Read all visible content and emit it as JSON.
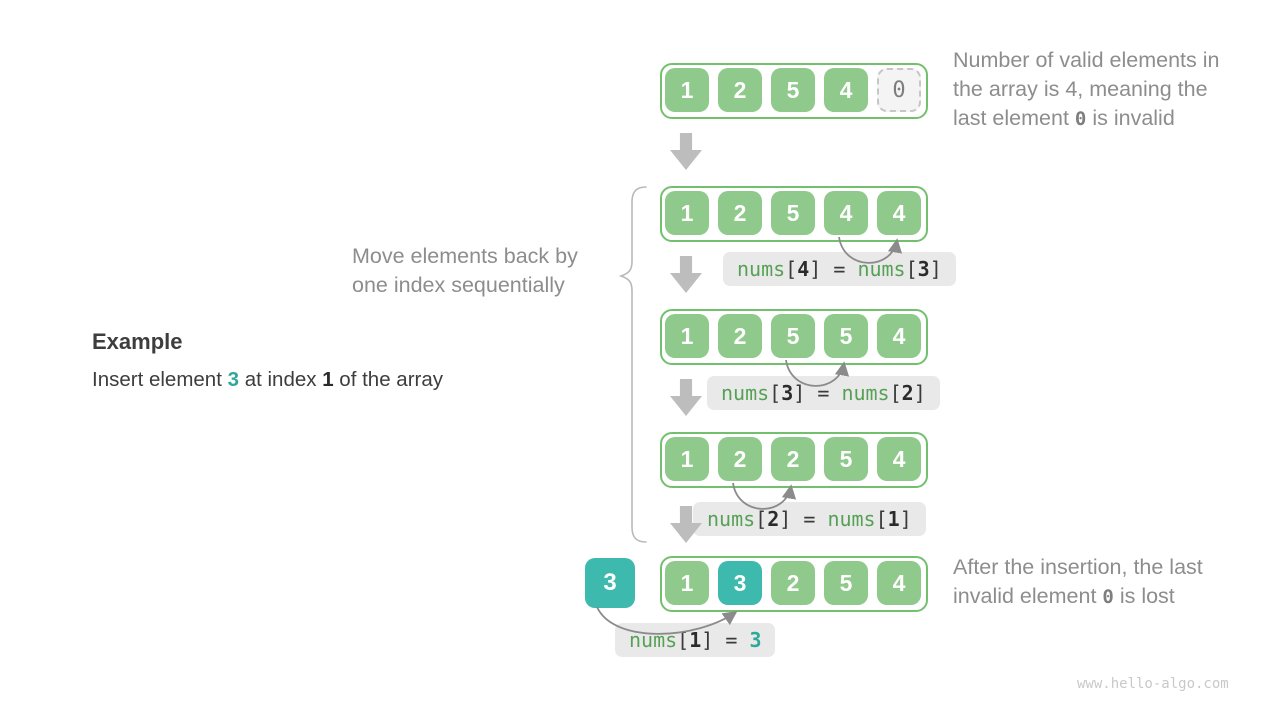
{
  "example": {
    "heading": "Example",
    "sentence_parts": [
      {
        "t": "Insert element ",
        "s": ""
      },
      {
        "t": "3",
        "s": "teal-b"
      },
      {
        "t": " at index ",
        "s": ""
      },
      {
        "t": "1",
        "s": "dark-b"
      },
      {
        "t": " of the array",
        "s": ""
      }
    ]
  },
  "move_note": {
    "line1": "Move elements back by",
    "line2": "one index sequentially"
  },
  "note_top": {
    "line1": "Number of valid elements in",
    "line2": "the array is 4, meaning the",
    "line3_parts": [
      {
        "t": "last element ",
        "s": ""
      },
      {
        "t": "0",
        "s": "mono0"
      },
      {
        "t": " is invalid",
        "s": ""
      }
    ]
  },
  "note_bottom": {
    "line1": "After the insertion, the last",
    "line2_parts": [
      {
        "t": "invalid element ",
        "s": ""
      },
      {
        "t": "0",
        "s": "mono0"
      },
      {
        "t": " is lost",
        "s": ""
      }
    ]
  },
  "arrays": {
    "rows": [
      {
        "cells": [
          {
            "v": "1",
            "k": "g"
          },
          {
            "v": "2",
            "k": "g"
          },
          {
            "v": "5",
            "k": "g"
          },
          {
            "v": "4",
            "k": "g"
          },
          {
            "v": "0",
            "k": "d"
          }
        ]
      },
      {
        "cells": [
          {
            "v": "1",
            "k": "g"
          },
          {
            "v": "2",
            "k": "g"
          },
          {
            "v": "5",
            "k": "g"
          },
          {
            "v": "4",
            "k": "g"
          },
          {
            "v": "4",
            "k": "g"
          }
        ]
      },
      {
        "cells": [
          {
            "v": "1",
            "k": "g"
          },
          {
            "v": "2",
            "k": "g"
          },
          {
            "v": "5",
            "k": "g"
          },
          {
            "v": "5",
            "k": "g"
          },
          {
            "v": "4",
            "k": "g"
          }
        ]
      },
      {
        "cells": [
          {
            "v": "1",
            "k": "g"
          },
          {
            "v": "2",
            "k": "g"
          },
          {
            "v": "2",
            "k": "g"
          },
          {
            "v": "5",
            "k": "g"
          },
          {
            "v": "4",
            "k": "g"
          }
        ]
      },
      {
        "cells": [
          {
            "v": "1",
            "k": "g"
          },
          {
            "v": "3",
            "k": "t"
          },
          {
            "v": "2",
            "k": "g"
          },
          {
            "v": "5",
            "k": "g"
          },
          {
            "v": "4",
            "k": "g"
          }
        ]
      }
    ]
  },
  "inserted_cell": {
    "value": "3"
  },
  "labels": {
    "l1_parts": [
      {
        "t": "nums",
        "s": "cg"
      },
      {
        "t": "[",
        "s": "cd"
      },
      {
        "t": "4",
        "s": "cb"
      },
      {
        "t": "]",
        "s": "cd"
      },
      {
        "t": " = ",
        "s": "cd"
      },
      {
        "t": "nums",
        "s": "cg"
      },
      {
        "t": "[",
        "s": "cd"
      },
      {
        "t": "3",
        "s": "cb"
      },
      {
        "t": "]",
        "s": "cd"
      }
    ],
    "l2_parts": [
      {
        "t": "nums",
        "s": "cg"
      },
      {
        "t": "[",
        "s": "cd"
      },
      {
        "t": "3",
        "s": "cb"
      },
      {
        "t": "]",
        "s": "cd"
      },
      {
        "t": " = ",
        "s": "cd"
      },
      {
        "t": "nums",
        "s": "cg"
      },
      {
        "t": "[",
        "s": "cd"
      },
      {
        "t": "2",
        "s": "cb"
      },
      {
        "t": "]",
        "s": "cd"
      }
    ],
    "l3_parts": [
      {
        "t": "nums",
        "s": "cg"
      },
      {
        "t": "[",
        "s": "cd"
      },
      {
        "t": "2",
        "s": "cb"
      },
      {
        "t": "]",
        "s": "cd"
      },
      {
        "t": " = ",
        "s": "cd"
      },
      {
        "t": "nums",
        "s": "cg"
      },
      {
        "t": "[",
        "s": "cd"
      },
      {
        "t": "1",
        "s": "cb"
      },
      {
        "t": "]",
        "s": "cd"
      }
    ],
    "l4_parts": [
      {
        "t": "nums",
        "s": "cg"
      },
      {
        "t": "[",
        "s": "cd"
      },
      {
        "t": "1",
        "s": "cb"
      },
      {
        "t": "]",
        "s": "cd"
      },
      {
        "t": " = ",
        "s": "cd"
      },
      {
        "t": "3",
        "s": "ct"
      }
    ]
  },
  "watermark": "www.hello-algo.com",
  "colors": {
    "cell_green": "#8fc98b",
    "array_border_green": "#72c06e",
    "cell_teal": "#3db9ad",
    "code_green": "#56a156",
    "code_teal": "#2fa89b",
    "label_background": "#e9e9e9",
    "note_gray": "#8d8d8d",
    "arrow_gray": "#bdbdbd",
    "curve_arrow_gray": "#8b8b8b",
    "dark_text": "#3d3d3d",
    "watermark_gray": "#c9c9c9"
  }
}
